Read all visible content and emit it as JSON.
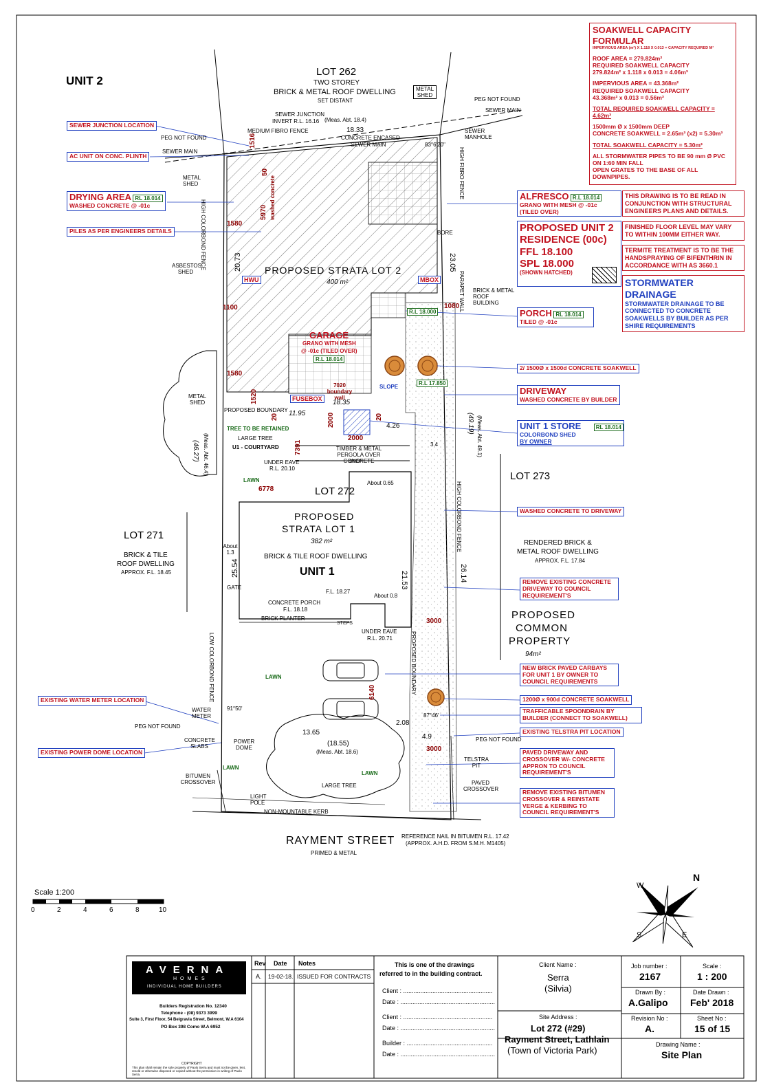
{
  "unit_title": "UNIT 2",
  "soakwell": {
    "title": "SOAKWELL CAPACITY FORMULAR",
    "formula": "IMPERVIOUS AREA (m²) X 1.118 X 0.013 = CAPACITY REQUIRED M³",
    "roof_area": "ROOF AREA = 279.824m²",
    "roof_req": "REQUIRED SOAKWELL CAPACITY",
    "roof_calc": "279.824m² x 1.118 x 0.013 = 4.06m³",
    "imp_area": "IMPERVIOUS AREA = 43.368m²",
    "imp_req": "REQUIRED SOAKWELL CAPACITY",
    "imp_calc": "43.368m² x 0.013 = 0.56m³",
    "total_req": "TOTAL REQUIRED SOAKWELL CAPACITY = 4.62m³",
    "deep": "1500mm Ø x 1500mm DEEP",
    "deep_calc": "CONCRETE SOAKWELL = 2.65m³ (x2) = 5.30m³",
    "total": "TOTAL SOAKWELL CAPACITY = 5.30m³",
    "pipes1": "ALL STORMWATER PIPES TO BE 90 mm Ø PVC",
    "pipes2": "ON 1:60 MIN FALL",
    "pipes3": "OPEN GRATES TO THE BASE OF ALL DOWNPIPES."
  },
  "notes": {
    "n1": "THIS DRAWING IS TO BE READ IN CONJUNCTION WITH STRUCTURAL ENGINEERS PLANS AND DETAILS.",
    "n2": "FINISHED FLOOR LEVEL MAY VARY TO WITHIN 100MM EITHER WAY.",
    "n3": "TERMITE TREATMENT IS TO BE THE HANDSPRAYING OF BIFENTHRIN IN ACCORDANCE WITH AS 3660.1",
    "storm_title": "STORMWATER DRAINAGE",
    "storm_body": "STORMWATER DRAINAGE TO BE CONNECTED TO CONCRETE SOAKWELLS BY BUILDER AS PER SHIRE REQUIREMENTS"
  },
  "callouts": {
    "sewer_junction": "SEWER JUNCTION LOCATION",
    "ac_unit": "AC UNIT ON CONC. PLINTH",
    "drying": "DRYING AREA",
    "drying_rl": "RL 18.014",
    "drying_sub": "WASHED CONCRETE @ -01c",
    "piles": "PILES AS PER ENGINEERS DETAILS",
    "alfresco": "ALFRESCO",
    "alfresco_rl": "R.L 18.014",
    "alfresco_sub1": "GRANO WITH MESH @ -01c",
    "alfresco_sub2": "(TILED OVER)",
    "prop_unit1": "PROPOSED UNIT 2",
    "prop_unit2": "RESIDENCE (00c)",
    "ffl": "FFL 18.100",
    "spl": "SPL 18.000",
    "hatched": "(SHOWN HATCHED)",
    "porch": "PORCH",
    "porch_rl": "RL 18.014",
    "porch_sub": "TILED @ -01c",
    "soak2": "2/ 1500Ø x 1500d CONCRETE SOAKWELL",
    "driveway": "DRIVEWAY",
    "driveway_sub": "WASHED CONCRETE BY BUILDER",
    "store": "UNIT 1 STORE",
    "store_rl": "RL 18.014",
    "store_sub1": "COLORBOND SHED",
    "store_sub2": "BY OWNER",
    "washed": "WASHED CONCRETE TO DRIVEWAY",
    "remove_drive": "REMOVE EXISTING CONCRETE DRIVEWAY TO COUNCIL REQUIREMENT'S",
    "carbays": "NEW BRICK PAVED CARBAYS FOR UNIT 1 BY OWNER TO COUNCIL REQUIREMENTS",
    "soak1": "1200Ø x 900d CONCRETE SOAKWELL",
    "spoondrain": "TRAFFICABLE SPOONDRAIN BY BUILDER (CONNECT TO SOAKWELL)",
    "telstra": "EXISTING TELSTRA PIT LOCATION",
    "paved": "PAVED DRIVEWAY AND CROSSOVER W/- CONCRETE APPRON TO COUNCIL REQUIREMENT'S",
    "bitumen": "REMOVE EXISTING BITUMEN CROSSOVER & REINSTATE VERGE & KERBING TO COUNCIL REQUIREMENT'S",
    "water_meter": "EXISTING WATER METER LOCATION",
    "power_dome": "EXISTING POWER DOME LOCATION"
  },
  "labels": {
    "lot262": "LOT 262",
    "lot262_a": "TWO STOREY",
    "lot262_b": "BRICK & METAL ROOF DWELLING",
    "lot262_c": "SET DISTANT",
    "metal_shed": "METAL SHED",
    "peg_nf_top": "PEG NOT FOUND",
    "sewer_main_r": "SEWER MAIN",
    "sewer_manhole": "SEWER MANHOLE",
    "sewer_junction": "SEWER JUNCTION",
    "invert": "INVERT R.L. 16.16",
    "med_fence": "MEDIUM FIBRO FENCE",
    "meas184": "(Meas. Abt. 18.4)",
    "d1833": "18.33",
    "conc_enc": "CONCRETE ENCASED",
    "sewer_main_c": "SEWER MAIN",
    "bearing_top": "83°6'20\"",
    "peg_nf_left": "PEG NOT FOUND",
    "sewer_main_l": "SEWER MAIN",
    "metal_shed_l": "METAL SHED",
    "high_colorbond": "HIGH COLORBOND FENCE",
    "high_fibro": "HIGH FIBRO FENCE",
    "asbestos": "ASBESTOS SHED",
    "lot2_name": "PROPOSED STRATA LOT 2",
    "lot2_area": "400 m²",
    "hwu": "HWU",
    "mbox": "MBOX",
    "bore": "BORE",
    "parapet": "PARAPET WALL",
    "brick_metal": "BRICK & METAL ROOF BUILDING",
    "garage": "GARAGE",
    "garage_sub1": "GRANO WITH MESH",
    "garage_sub2": "@ -01c (TILED OVER)",
    "garage_rl": "R.L 18.014",
    "rl18000": "R.L 18.000",
    "rl17850": "R.L 17.850",
    "slope": "SLOPE",
    "boundary_wall": "7020 boundary wall",
    "fusebox": "FUSEBOX",
    "d1835": "18.35",
    "metal_shed_l2": "METAL SHED",
    "prop_boundary": "PROPOSED BOUNDARY",
    "d1195": "11.95",
    "tree_ret": "TREE TO BE RETAINED",
    "large_tree": "LARGE TREE",
    "courtyard": "U1 - COURTYARD",
    "pergola": "TIMBER & METAL PERGOLA OVER CONCRETE",
    "step": "STEP",
    "under_eave": "UNDER EAVE",
    "rl2010": "R.L. 20.10",
    "lawn": "LAWN",
    "lot272": "LOT 272",
    "lot273": "LOT 273",
    "lot271": "LOT 271",
    "lot271_a": "BRICK & TILE",
    "lot271_b": "ROOF DWELLING",
    "lot271_c": "APPROX. F.L. 18.45",
    "lot1_name": "PROPOSED",
    "lot1_name2": "STRATA LOT 1",
    "lot1_area": "382 m²",
    "lot1_roof": "BRICK & TILE ROOF DWELLING",
    "unit1": "UNIT 1",
    "fl1827": "F.L. 18.27",
    "conc_porch": "CONCRETE PORCH",
    "fl1818": "F.L. 18.18",
    "brick_planter": "BRICK PLANTER",
    "steps": "STEPS",
    "under_eave2": "UNDER EAVE",
    "rl2071": "R.L. 20.71",
    "rendered": "RENDERED BRICK &",
    "rendered2": "METAL ROOF DWELLING",
    "rendered3": "APPROX. F.L. 17.84",
    "common": "PROPOSED",
    "common2": "COMMON",
    "common3": "PROPERTY",
    "common_area": "94m²",
    "water_meter": "WATER METER",
    "peg_nf_bot": "PEG NOT FOUND",
    "conc_slabs": "CONCRETE SLABS",
    "power_dome": "POWER DOME",
    "bitumen_cross": "BITUMEN CROSSOVER",
    "light_pole": "LIGHT POLE",
    "kerb": "NON-MOUNTABLE KERB",
    "d1365": "13.65",
    "d1855": "(18.55)",
    "meas186": "(Meas. Abt. 18.6)",
    "large_tree2": "LARGE TREE",
    "peg_nf_br": "PEG NOT FOUND",
    "telstra_pit": "TELSTRA PIT",
    "paved_cross": "PAVED CROSSOVER",
    "street": "RAYMENT STREET",
    "street_sub": "PRIMED & METAL",
    "ref_nail": "REFERENCE NAIL IN BITUMEN R.L. 17.42",
    "ref_nail2": "(APPROX. A.H.D. FROM S.M.H. M1405)",
    "d4627": "(46.27)",
    "meas464": "(Meas. Abt. 46.4)",
    "d4919": "(49.19)",
    "meas491": "(Meas. Abt. 49.1)",
    "d2305": "23.05",
    "d2073": "20.73",
    "d2554": "25.54",
    "d2153": "21.53",
    "d2614": "26.14",
    "d426": "4.26",
    "d208": "2.08",
    "d49": "4.9",
    "low_colorbond": "LOW COLORBOND FENCE",
    "high_colorbond_r": "HIGH COLORBOND FENCE",
    "gate": "GATE",
    "about13": "About 1.3",
    "about065": "About 0.65",
    "about08": "About 0.8",
    "bearing_bot": "87°46'",
    "bearing_left": "91°50'",
    "prop_boundary2": "PROPOSED BOUNDARY",
    "d34": "3.4"
  },
  "dims": {
    "d1516": "1516",
    "d50": "50",
    "d5970": "5970",
    "d5970b": "washed concrete",
    "d1580": "1580",
    "d1100": "1100",
    "d1080": "1080",
    "d1580b": "1580",
    "d1520": "1520",
    "d20": "20",
    "d2000": "2000",
    "d2000b": "2000",
    "d20b": "20",
    "d7391": "7391",
    "d6778": "6778",
    "d3000": "3000",
    "d3000b": "3000",
    "d6140": "6140"
  },
  "scale": {
    "label": "Scale 1:200",
    "ticks": [
      "0",
      "2",
      "4",
      "6",
      "8",
      "10"
    ]
  },
  "north": {
    "n": "N",
    "s": "S",
    "e": "E",
    "w": "W"
  },
  "title_block": {
    "logo": "AVERNA",
    "logo_sub": "HOMES",
    "logo_tag": "INDIVIDUAL HOME BUILDERS",
    "reg": "Builders Registration No. 12340",
    "tel": "Telephone - (08) 9373 3999",
    "addr": "Suite 3, First Floor, 54 Belgravia Street, Belmont, W.A 6104",
    "po": "PO Box 398 Como W.A 6952",
    "copyright": "COPYRIGHT",
    "copyright_text": "This plan shall remain the sole property of Paolo Serra and must not be given, lent, resold or otherwise disposed or copied without the permission in writing of Paolo Serra.",
    "rev_h": "Rev",
    "date_h": "Date",
    "notes_h": "Notes",
    "rev": "A.",
    "date": "19-02-18.",
    "notes": "ISSUED FOR CONTRACTS",
    "contract1": "This is one of the drawings",
    "contract2": "referred to in the building contract.",
    "client_l": "Client :",
    "date_l": "Date :",
    "builder_l": "Builder :",
    "client_name_h": "Client Name :",
    "client_name": "Serra",
    "client_name2": "(Silvia)",
    "site_addr_h": "Site Address :",
    "site1": "Lot 272 (#29)",
    "site2": "Rayment Street, Lathlain",
    "site3": "(Town of Victoria Park)",
    "job_h": "Job number :",
    "job": "2167",
    "scale_h": "Scale :",
    "scale": "1 : 200",
    "drawn_h": "Drawn By :",
    "drawn": "A.Galipo",
    "date_drawn_h": "Date Drawn :",
    "date_drawn": "Feb' 2018",
    "rev_no_h": "Revision No :",
    "rev_no": "A.",
    "sheet_h": "Sheet No :",
    "sheet": "15 of 15",
    "dname_h": "Drawing Name :",
    "dname": "Site Plan"
  }
}
